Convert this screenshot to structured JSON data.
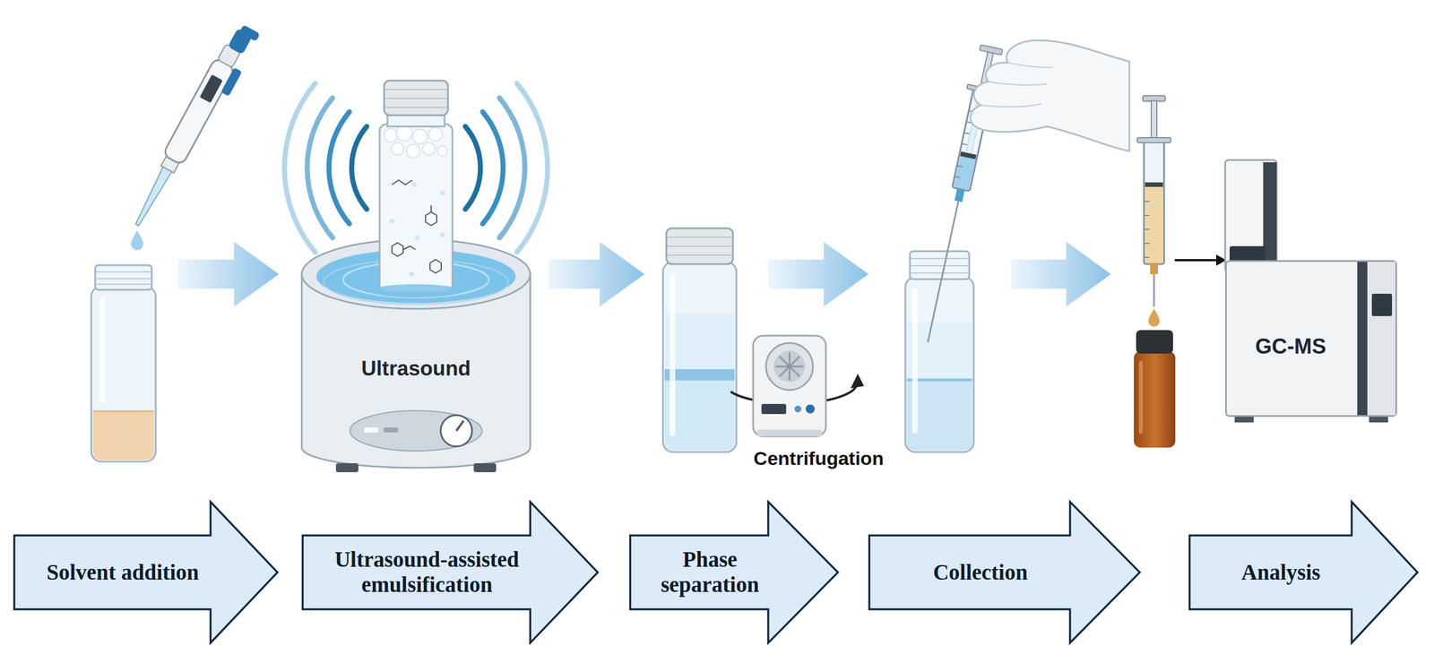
{
  "diagram": {
    "nodes": [
      {
        "text": [
          "Ultrasound"
        ]
      },
      {
        "text": [
          "GC-MS"
        ]
      },
      {
        "text": [
          "Solvent addition"
        ]
      },
      {
        "text": [
          "Ultrasound-assisted emulsification"
        ]
      },
      {
        "text": [
          "Phase separation"
        ]
      },
      {
        "text": [
          "Collection"
        ]
      },
      {
        "text": [
          "Analysis"
        ]
      }
    ],
    "labels": [
      "Centrifugation"
    ]
  }
}
